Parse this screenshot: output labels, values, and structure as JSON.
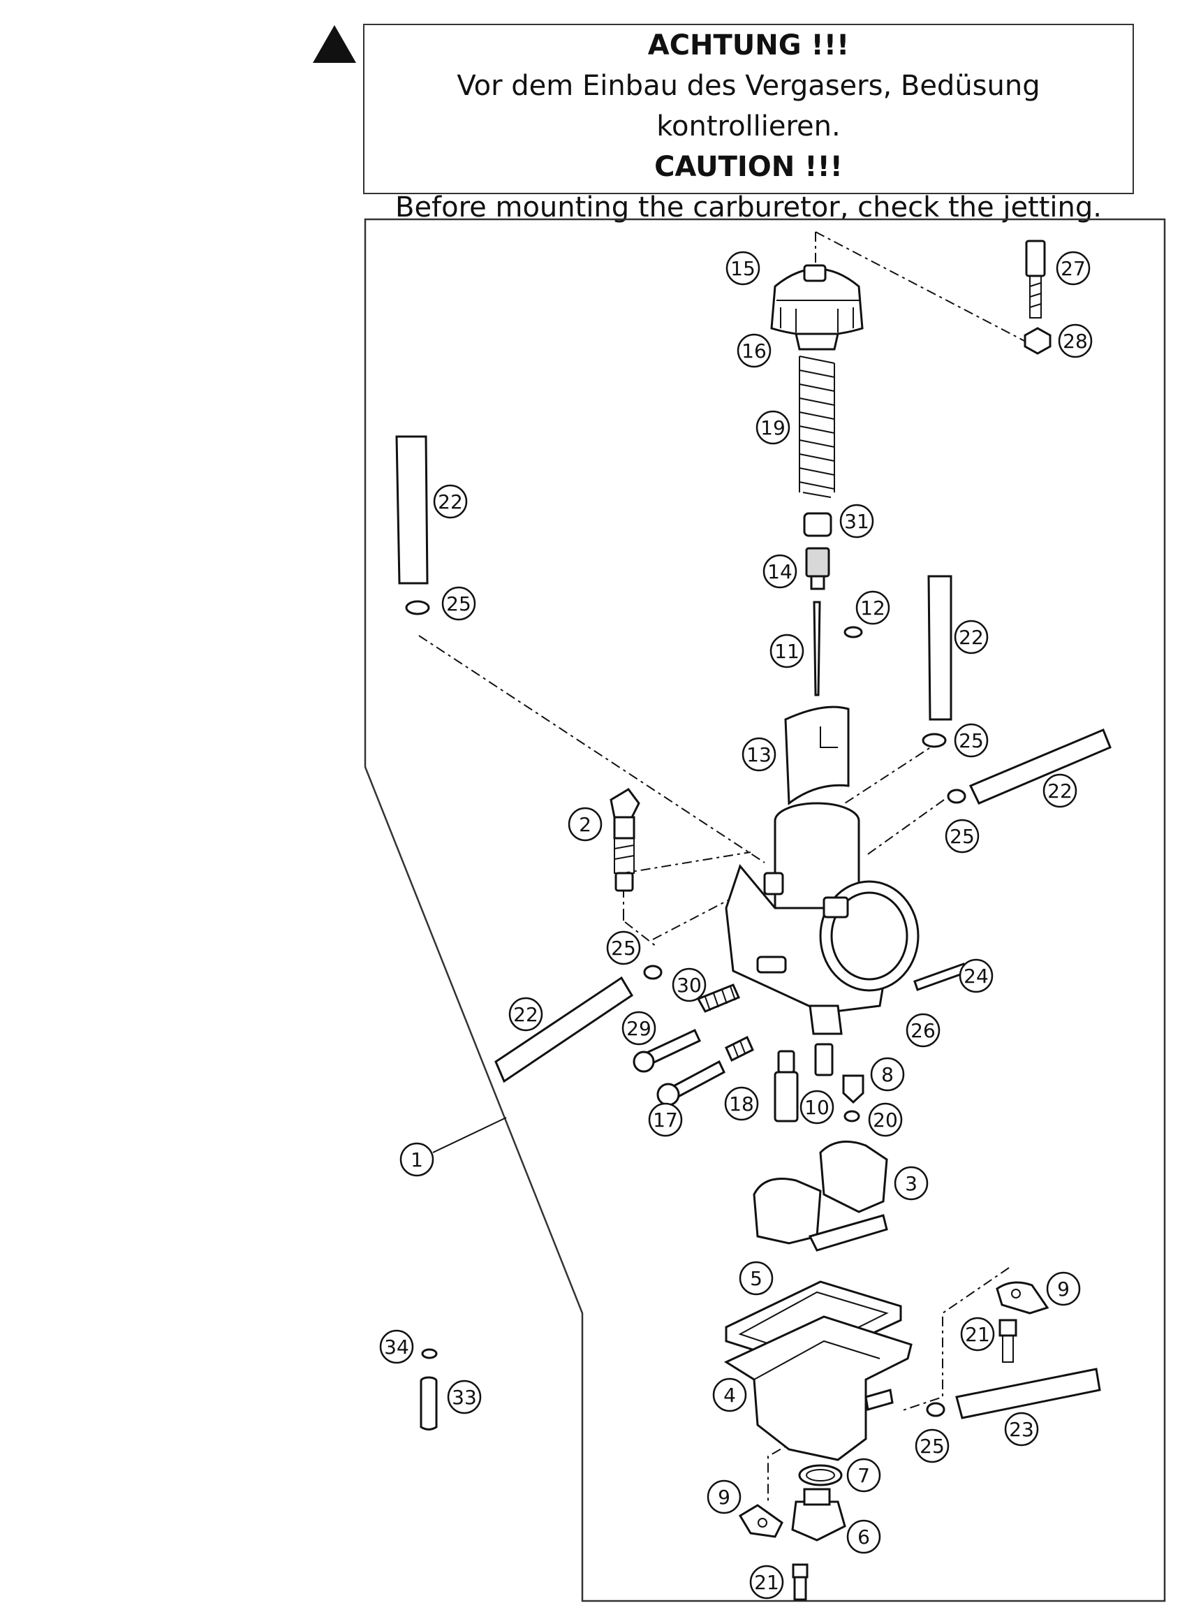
{
  "caution": {
    "heading_de": "ACHTUNG !!!",
    "text_de": "Vor dem Einbau des Vergasers, Bedüsung kontrollieren.",
    "heading_en": "CAUTION !!!",
    "text_en": "Before mounting the carburetor, check the jetting."
  },
  "callouts": {
    "c1": "1",
    "c2": "2",
    "c3": "3",
    "c4": "4",
    "c5": "5",
    "c6": "6",
    "c7": "7",
    "c8": "8",
    "c9a": "9",
    "c9b": "9",
    "c10": "10",
    "c11": "11",
    "c12": "12",
    "c13": "13",
    "c14": "14",
    "c15": "15",
    "c16": "16",
    "c17": "17",
    "c18": "18",
    "c19": "19",
    "c20": "20",
    "c21a": "21",
    "c21b": "21",
    "c22a": "22",
    "c22b": "22",
    "c22c": "22",
    "c22d": "22",
    "c23": "23",
    "c24": "24",
    "c25a": "25",
    "c25b": "25",
    "c25c": "25",
    "c25d": "25",
    "c25e": "25",
    "c26": "26",
    "c27": "27",
    "c28": "28",
    "c29": "29",
    "c30": "30",
    "c31": "31",
    "c33": "33",
    "c34": "34"
  }
}
